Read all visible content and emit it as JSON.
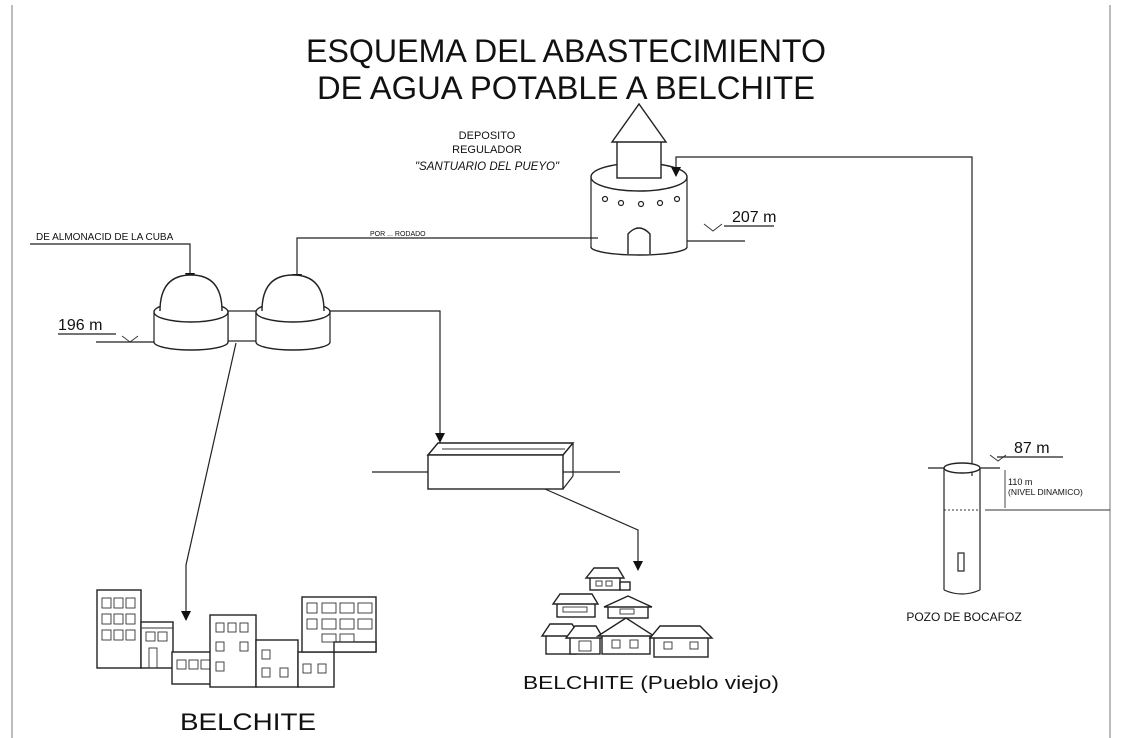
{
  "title": {
    "line1": "ESQUEMA DEL ABASTECIMIENTO",
    "line2": "DE AGUA POTABLE A BELCHITE"
  },
  "deposito": {
    "line1": "DEPOSITO",
    "line2": "REGULADOR",
    "line3": "\"SANTUARIO DEL PUEYO\"",
    "level": "207 m"
  },
  "inflow_label": "DE ALMONACID DE LA CUBA",
  "pipe_label": "POR ... RODADO",
  "twin_tanks_level": "196 m",
  "pozo": {
    "level": "87 m",
    "depth_line1": "110 m",
    "depth_line2": "(NIVEL DINAMICO)",
    "name": "POZO DE BOCAFOZ"
  },
  "belchite_label": "BELCHITE",
  "pueblo_viejo_label": "BELCHITE (Pueblo viejo)",
  "colors": {
    "ink": "#222222",
    "background": "#ffffff"
  }
}
